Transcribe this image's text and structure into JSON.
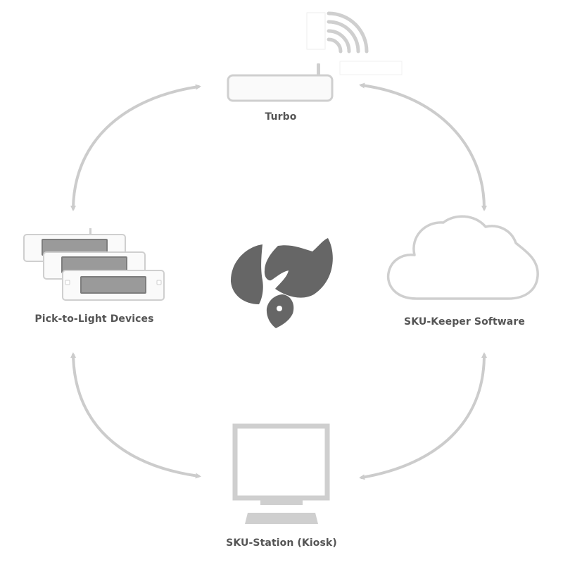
{
  "nodes": {
    "turbo": {
      "label": "Turbo"
    },
    "sku_keeper": {
      "label": "SKU-Keeper Software"
    },
    "sku_station": {
      "label": "SKU-Station (Kiosk)"
    },
    "pick_to_light": {
      "label": "Pick-to-Light Devices"
    }
  },
  "colors": {
    "arrow": "#cccccc",
    "device_stroke": "#cfcfcf",
    "device_fill": "#fafafa",
    "screen_fill": "#9a9a9a",
    "logo": "#666666",
    "label": "#555555"
  },
  "icons": {
    "turbo": "router-icon",
    "wifi": "wifi-signal-icon",
    "sku_keeper": "cloud-icon",
    "sku_station": "monitor-icon",
    "pick_to_light": "pick-to-light-device-icon",
    "center": "squirrel-logo-icon"
  }
}
